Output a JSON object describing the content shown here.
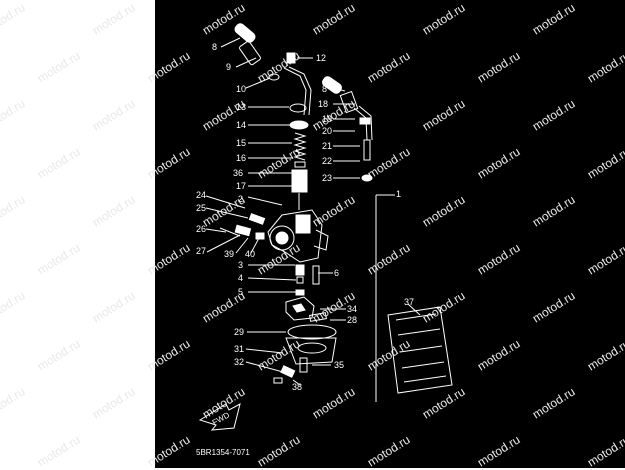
{
  "page": {
    "background": "#ffffff",
    "diagram_background": "#000000",
    "line_color": "#ffffff",
    "caption": "5BR1354-7071",
    "fwd_label": "FWD"
  },
  "watermark": {
    "text": "motod.ru",
    "color": "#e9e9e9"
  },
  "callouts": [
    {
      "id": "c8a",
      "label": "8"
    },
    {
      "id": "c9",
      "label": "9"
    },
    {
      "id": "c10",
      "label": "10"
    },
    {
      "id": "c12",
      "label": "12"
    },
    {
      "id": "c13",
      "label": "13"
    },
    {
      "id": "c14",
      "label": "14"
    },
    {
      "id": "c15",
      "label": "15"
    },
    {
      "id": "c16",
      "label": "16"
    },
    {
      "id": "c36",
      "label": "36"
    },
    {
      "id": "c17",
      "label": "17"
    },
    {
      "id": "c2",
      "label": "2"
    },
    {
      "id": "c8b",
      "label": "8"
    },
    {
      "id": "c18",
      "label": "18"
    },
    {
      "id": "c19",
      "label": "19"
    },
    {
      "id": "c20",
      "label": "20"
    },
    {
      "id": "c21",
      "label": "21"
    },
    {
      "id": "c22",
      "label": "22"
    },
    {
      "id": "c23",
      "label": "23"
    },
    {
      "id": "c1",
      "label": "1"
    },
    {
      "id": "c24",
      "label": "24"
    },
    {
      "id": "c25",
      "label": "25"
    },
    {
      "id": "c26",
      "label": "26"
    },
    {
      "id": "c27",
      "label": "27"
    },
    {
      "id": "c39",
      "label": "39"
    },
    {
      "id": "c40",
      "label": "40"
    },
    {
      "id": "c3",
      "label": "3"
    },
    {
      "id": "c4",
      "label": "4"
    },
    {
      "id": "c5",
      "label": "5"
    },
    {
      "id": "c6",
      "label": "6"
    },
    {
      "id": "c34",
      "label": "34"
    },
    {
      "id": "c28",
      "label": "28"
    },
    {
      "id": "c29",
      "label": "29"
    },
    {
      "id": "c31",
      "label": "31"
    },
    {
      "id": "c32",
      "label": "32"
    },
    {
      "id": "c35",
      "label": "35"
    },
    {
      "id": "c38",
      "label": "38"
    },
    {
      "id": "c37",
      "label": "37"
    }
  ]
}
